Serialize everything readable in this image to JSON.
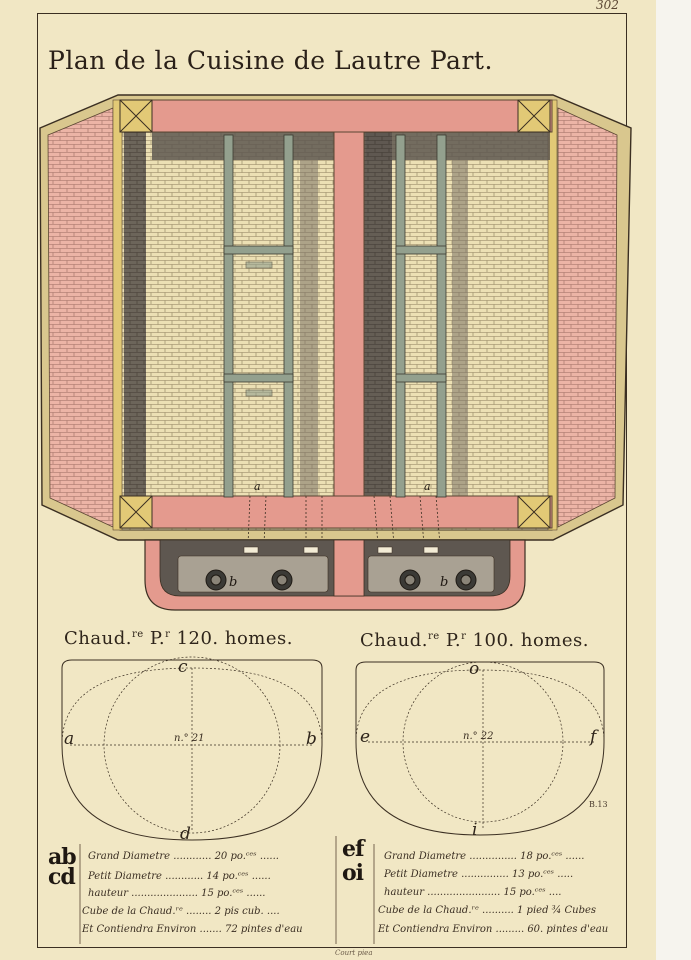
{
  "page_number": "302",
  "title": "Plan de la Cuisine de Lautre Part.",
  "plan": {
    "labels": {
      "left_a": "a",
      "right_a": "a",
      "left_b": "b",
      "right_b": "b"
    }
  },
  "left": {
    "heading_main": "Chaud.",
    "heading_sup1": "re",
    "heading_mid": " P.",
    "heading_sup2": "r",
    "heading_end": " 120. homes.",
    "points": {
      "top": "c",
      "left": "a",
      "right": "b",
      "bottom": "d"
    },
    "number": "n.° 21",
    "cap1": "ab",
    "cap2": "cd",
    "specs": [
      {
        "label": "Grand Diametre",
        "value": "20 po.ᶜᵉˢ"
      },
      {
        "label": "Petit Diametre",
        "value": "14 po.ᶜᵉˢ"
      },
      {
        "label": "hauteur",
        "value": "15 po.ᶜᵉˢ"
      },
      {
        "label": "Cube de la Chaud.ʳᵉ",
        "value": "2 pis cub."
      },
      {
        "label": "Et Contiendra Environ",
        "value": "72 pintes d'eau"
      }
    ]
  },
  "right": {
    "heading_main": "Chaud.",
    "heading_sup1": "re",
    "heading_mid": " P.",
    "heading_sup2": "r",
    "heading_end": " 100. homes.",
    "points": {
      "top": "o",
      "left": "e",
      "right": "f",
      "bottom": "i"
    },
    "number": "n.° 22",
    "cap1": "ef",
    "cap2": "oi",
    "specs": [
      {
        "label": "Grand Diametre",
        "value": "18 po.ᶜᵉˢ"
      },
      {
        "label": "Petit Diametre",
        "value": "13 po.ᶜᵉˢ"
      },
      {
        "label": "hauteur",
        "value": "15 po.ᶜᵉˢ"
      },
      {
        "label": "Cube de la Chaud.ʳᵉ",
        "value": "1 pied ¾ Cubes"
      },
      {
        "label": "Et Contiendra Environ",
        "value": "60. pintes d'eau"
      }
    ]
  },
  "stamp": "B.13",
  "footnote": "Court piea",
  "colors": {
    "paper": "#f1e7c4",
    "brick": "#e8d9ac",
    "pink": "#e59a92",
    "grey": "#8e9a86",
    "shadow": "#6d655a"
  }
}
